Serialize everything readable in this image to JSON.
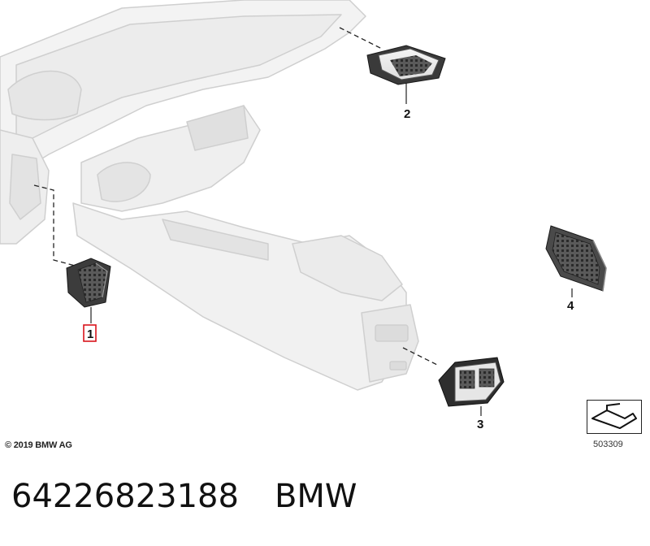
{
  "diagram": {
    "callouts": [
      {
        "id": "1",
        "label": "1",
        "highlighted": true
      },
      {
        "id": "2",
        "label": "2",
        "highlighted": false
      },
      {
        "id": "3",
        "label": "3",
        "highlighted": false
      },
      {
        "id": "4",
        "label": "4",
        "highlighted": false
      }
    ],
    "highlight_color": "#d9141c"
  },
  "copyright": "© 2019 BMW AG",
  "sheet_number": "503309",
  "footer": {
    "part_number": "64226823188",
    "brand": "BMW"
  }
}
